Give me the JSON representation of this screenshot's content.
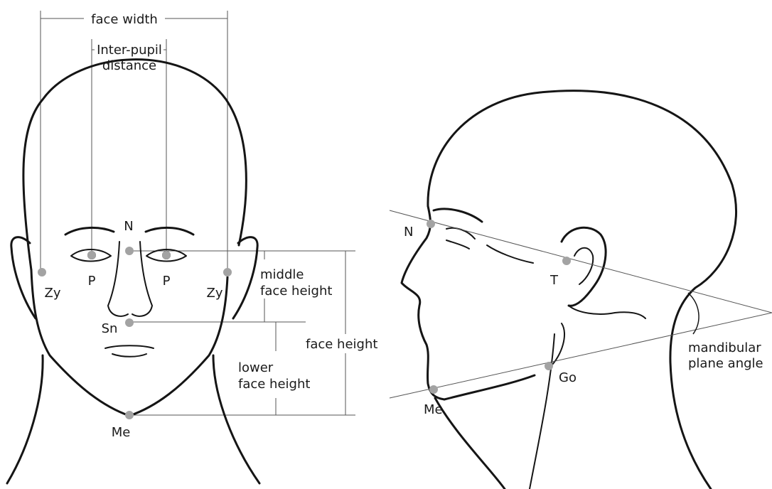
{
  "front_view": {
    "face_width": "face width",
    "inter_pupil_line1": "Inter-pupil",
    "inter_pupil_line2": "distance",
    "N": "N",
    "P_left": "P",
    "P_right": "P",
    "Zy_left": "Zy",
    "Zy_right": "Zy",
    "Sn": "Sn",
    "Me": "Me",
    "middle_face_height_line1": "middle",
    "middle_face_height_line2": "face height",
    "lower_face_height_line1": "lower",
    "lower_face_height_line2": "face height",
    "face_height": "face height"
  },
  "profile_view": {
    "N": "N",
    "T": "T",
    "Go": "Go",
    "Me": "Me",
    "mandibular_line1": "mandibular",
    "mandibular_line2": "plane angle"
  },
  "colors": {
    "ink": "#151515",
    "landmark": "#a3a3a3",
    "measure_line": "#555555"
  }
}
